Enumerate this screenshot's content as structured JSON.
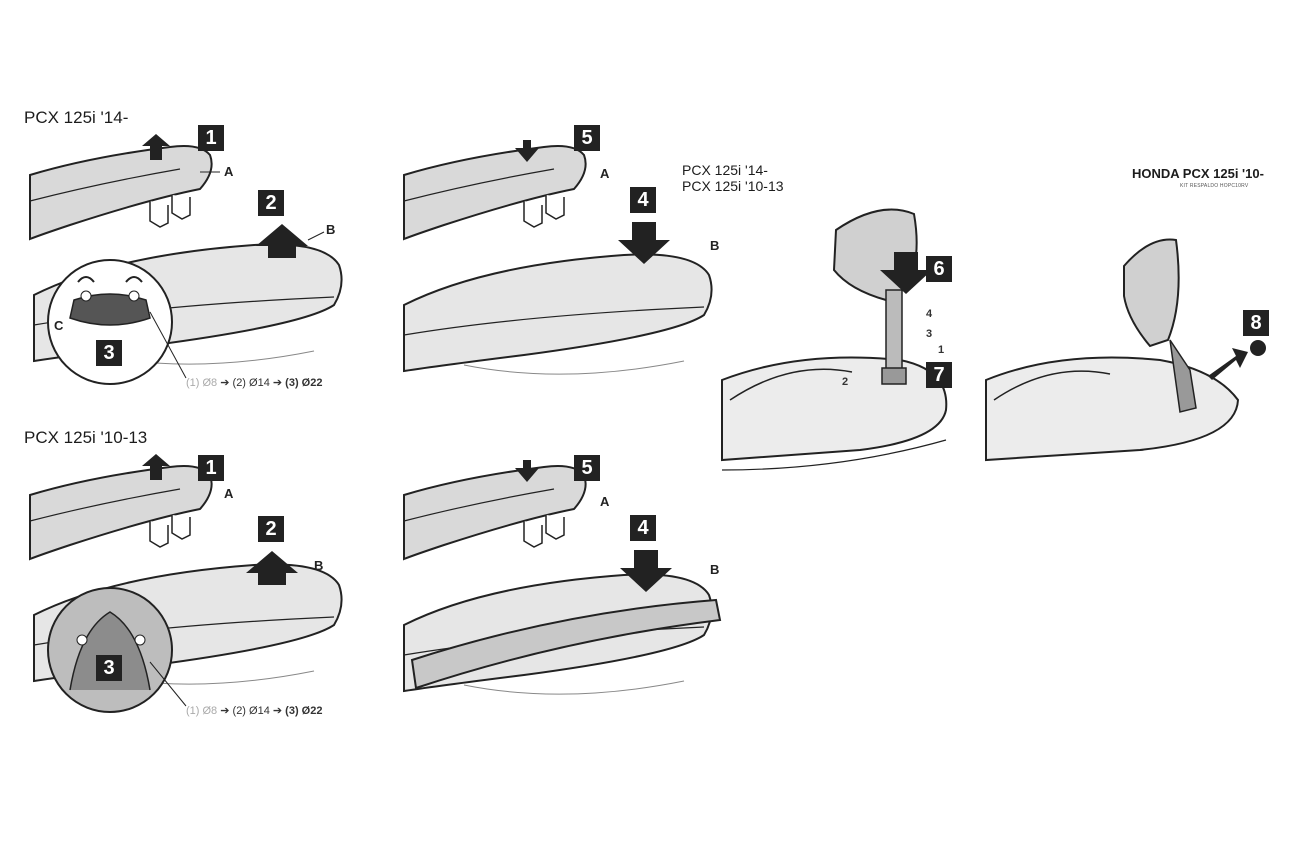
{
  "titles": {
    "pcx14": "PCX 125i '14-",
    "pcx10": "PCX 125i '10-13",
    "middle_line1": "PCX 125i '14-",
    "middle_line2": "PCX 125i '10-13",
    "honda": "HONDA PCX 125i '10-",
    "honda_sub": "KIT RESPALDO HOPC10RV"
  },
  "steps": [
    "1",
    "2",
    "3",
    "4",
    "5",
    "6",
    "7",
    "8"
  ],
  "part_labels": {
    "a": "A",
    "b": "B",
    "c": "C"
  },
  "hardware_labels": [
    "1",
    "2",
    "3",
    "4"
  ],
  "drill_sequence": {
    "step1": "(1) Ø8",
    "arrow": "➔",
    "step2": "(2) Ø14",
    "step3": "(3) Ø22"
  },
  "colors": {
    "ink": "#222222",
    "fill": "#d9d9d9",
    "fill_dark": "#bdbdbd",
    "paper": "#ffffff"
  }
}
